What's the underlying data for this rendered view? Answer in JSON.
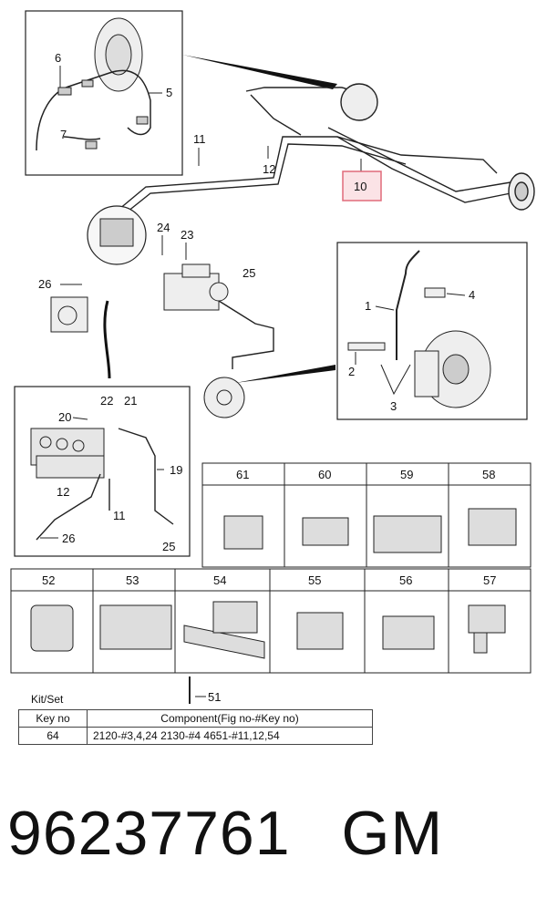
{
  "callouts": {
    "c1": "1",
    "c2": "2",
    "c3": "3",
    "c4": "4",
    "c5": "5",
    "c6": "6",
    "c7": "7",
    "c10": "10",
    "c11a": "11",
    "c12a": "12",
    "c23": "23",
    "c24": "24",
    "c25a": "25",
    "c26a": "26",
    "c20": "20",
    "c22": "22",
    "c21": "21",
    "c19": "19",
    "c12b": "12",
    "c11b": "11",
    "c26b": "26",
    "c25b": "25",
    "c51": "51"
  },
  "highlighted_part": "10",
  "clip_grid": {
    "row1": [
      "61",
      "60",
      "59",
      "58"
    ],
    "row2": [
      "52",
      "53",
      "54",
      "55",
      "56",
      "57"
    ]
  },
  "kit": {
    "title": "Kit/Set",
    "headers": [
      "Key no",
      "Component(Fig no-#Key no)"
    ],
    "rows": [
      {
        "key_no": "64",
        "component": "2120-#3,4,24  2130-#4  4651-#11,12,54"
      }
    ]
  },
  "footer": {
    "part_number": "96237761",
    "brand": "GM"
  },
  "colors": {
    "highlight_border": "#e06b7a",
    "highlight_fill": "#fbe3e6",
    "line": "#222222"
  }
}
